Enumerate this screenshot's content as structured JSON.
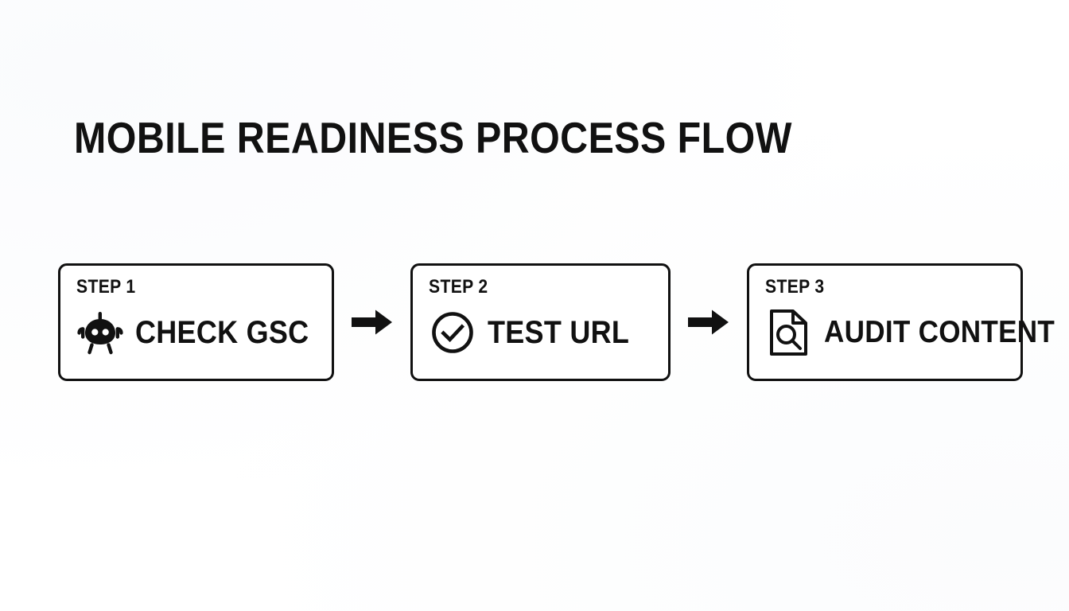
{
  "page": {
    "title": "MOBILE READINESS PROCESS FLOW",
    "background_color": "#ffffff",
    "ink_color": "#111111"
  },
  "flow": {
    "type": "process-flow",
    "direction": "left-to-right",
    "connector_icon": "arrow-right-icon",
    "steps": [
      {
        "step_label": "STEP 1",
        "label": "CHECK GSC",
        "icon": "crawler-bot-icon"
      },
      {
        "step_label": "STEP 2",
        "label": "TEST URL",
        "icon": "check-circle-icon"
      },
      {
        "step_label": "STEP 3",
        "label": "AUDIT CONTENT",
        "icon": "document-search-icon"
      }
    ]
  }
}
